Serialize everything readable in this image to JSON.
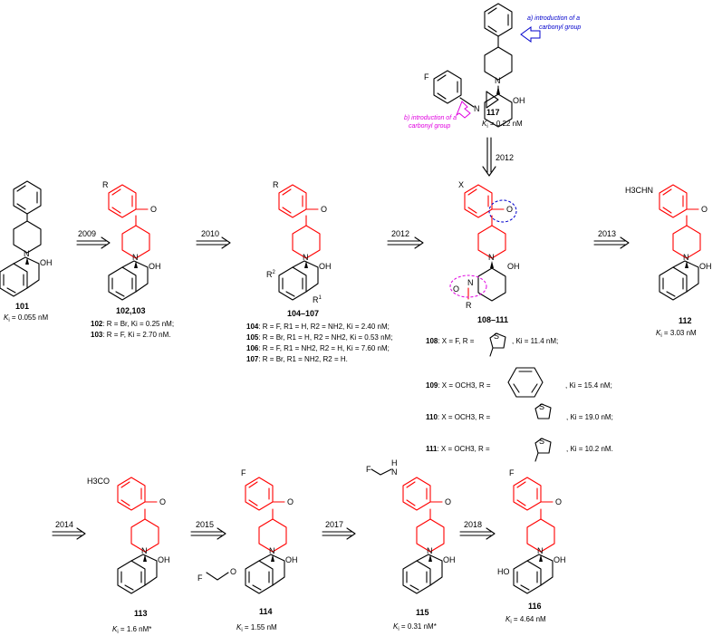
{
  "compounds": {
    "c117": {
      "label": "117",
      "ki": "0.22 nM",
      "note_blue": "a) introduction of a carbonyl group",
      "note_mag": "b) introduction of a carbonyl group"
    },
    "c101": {
      "label": "101",
      "ki": "0.055 nM"
    },
    "c102_103": {
      "label": "102,103",
      "r": "R",
      "line1_id": "102",
      "line1": ": R = Br, Ki = 0.25 nM;",
      "line2_id": "103",
      "line2": ": R = F, Ki = 2.70 nM."
    },
    "c104_107": {
      "label": "104–107",
      "r": "R",
      "r1": "R1",
      "r2": "R2",
      "line1_id": "104",
      "line1": ": R = F, R1 = H, R2 = NH2, Ki = 2.40 nM;",
      "line2_id": "105",
      "line2": ": R = Br, R1 = H, R2 = NH2, Ki = 0.53 nM;",
      "line3_id": "106",
      "line3": ": R = F, R1 = NH2, R2 = H, Ki = 7.60 nM;",
      "line4_id": "107",
      "line4": ": R = Br, R1 = NH2, R2 = H."
    },
    "c108_111": {
      "label": "108–111",
      "x": "X",
      "r": "R",
      "line1_id": "108",
      "line1a": ": X = F, R =",
      "line1b": ", Ki = 11.4 nM;",
      "line2_id": "109",
      "line2a": ": X = OCH3, R =",
      "line2b": ", Ki = 15.4 nM;",
      "line3_id": "110",
      "line3a": ": X = OCH3, R =",
      "line3b": ", Ki = 19.0 nM;",
      "line4_id": "111",
      "line4a": ": X = OCH3, R =",
      "line4b": ", Ki = 10.2 nM."
    },
    "c112": {
      "label": "112",
      "ki": "3.03 nM",
      "sub": "H3CHN"
    },
    "c113": {
      "label": "113",
      "ki": "1.6 nM*",
      "sub": "H3CO"
    },
    "c114": {
      "label": "114",
      "ki": "1.55 nM"
    },
    "c115": {
      "label": "115",
      "ki": "0.31 nM*"
    },
    "c116": {
      "label": "116",
      "ki": "4.64 nM"
    }
  },
  "arrows": {
    "a2009": "2009",
    "a2010": "2010",
    "a2012": "2012",
    "a2013": "2013",
    "a2012v": "2012",
    "a2014": "2014",
    "a2015": "2015",
    "a2017": "2017",
    "a2018": "2018"
  },
  "atoms": {
    "N": "N",
    "O": "O",
    "OH": "OH",
    "F": "F",
    "HO": "HO",
    "H": "H",
    "S": "S",
    "ki": "Ki = "
  },
  "colors": {
    "core": "#ff0000",
    "note_blue": "#0000cc",
    "note_magenta": "#e000e0"
  }
}
